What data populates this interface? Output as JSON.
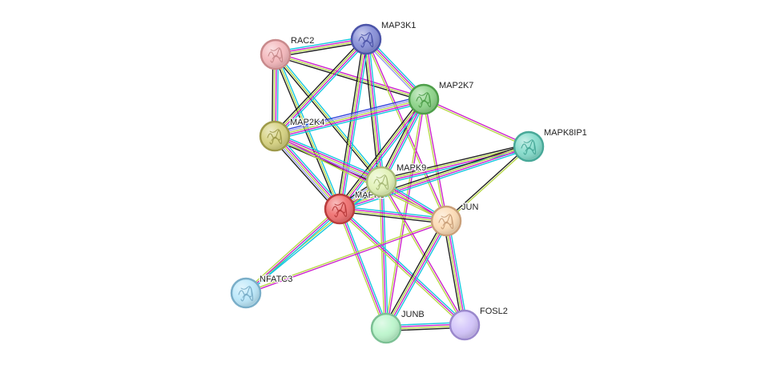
{
  "diagram": {
    "type": "protein-interaction-network",
    "evidence_colors": {
      "curated": "#18c8e0",
      "experimental": "#cc24cc",
      "textmining": "#b8d84a",
      "coexpression": "#222222",
      "homology": "#9a9af0",
      "gene_fusion": "#ff3030",
      "neighborhood": "#3aaa3a",
      "cooccurrence": "#3040d8"
    },
    "nodes": [
      {
        "id": "RAC2",
        "label": "RAC2",
        "color": "#f4b8bc",
        "border": "#c88a8c",
        "icon": "protein-structure-icon"
      },
      {
        "id": "MAP3K1",
        "label": "MAP3K1",
        "color": "#8890d8",
        "border": "#4c54a8",
        "icon": "protein-structure-icon"
      },
      {
        "id": "MAP2K7",
        "label": "MAP2K7",
        "color": "#8ed48a",
        "border": "#4e9e4a",
        "icon": "protein-structure-icon"
      },
      {
        "id": "MAP2K4",
        "label": "MAP2K4",
        "color": "#d6d282",
        "border": "#9e9a4a",
        "icon": "protein-structure-icon"
      },
      {
        "id": "MAPK8IP1",
        "label": "MAPK8IP1",
        "color": "#86dccc",
        "border": "#48a898",
        "icon": "protein-structure-icon"
      },
      {
        "id": "MAPK9",
        "label": "MAPK9",
        "color": "#e2f2b8",
        "border": "#a8ba78",
        "icon": "protein-structure-icon"
      },
      {
        "id": "MAPK8",
        "label": "MAPK8",
        "color": "#f07272",
        "border": "#b83c3c",
        "icon": "protein-structure-icon"
      },
      {
        "id": "JUN",
        "label": "JUN",
        "color": "#fcdcb6",
        "border": "#caa07a",
        "icon": "protein-structure-icon"
      },
      {
        "id": "NFATC3",
        "label": "NFATC3",
        "color": "#bce8fa",
        "border": "#7aaec8",
        "icon": "protein-structure-icon"
      },
      {
        "id": "JUNB",
        "label": "JUNB",
        "color": "#bcf5cc",
        "border": "#7cc094",
        "icon": ""
      },
      {
        "id": "FOSL2",
        "label": "FOSL2",
        "color": "#d2c4fa",
        "border": "#9a88cc",
        "icon": ""
      }
    ],
    "edges": [
      {
        "source": "RAC2",
        "target": "MAP3K1",
        "evidence": [
          "curated",
          "experimental",
          "textmining",
          "coexpression"
        ]
      },
      {
        "source": "RAC2",
        "target": "MAP2K7",
        "evidence": [
          "experimental",
          "textmining",
          "coexpression"
        ]
      },
      {
        "source": "RAC2",
        "target": "MAP2K4",
        "evidence": [
          "curated",
          "experimental",
          "textmining",
          "coexpression"
        ]
      },
      {
        "source": "RAC2",
        "target": "MAPK9",
        "evidence": [
          "curated",
          "textmining",
          "coexpression"
        ]
      },
      {
        "source": "RAC2",
        "target": "MAPK8",
        "evidence": [
          "curated",
          "textmining",
          "coexpression"
        ]
      },
      {
        "source": "MAP3K1",
        "target": "MAP2K7",
        "evidence": [
          "curated",
          "experimental",
          "textmining",
          "homology"
        ]
      },
      {
        "source": "MAP3K1",
        "target": "MAP2K4",
        "evidence": [
          "curated",
          "experimental",
          "textmining",
          "coexpression"
        ]
      },
      {
        "source": "MAP3K1",
        "target": "MAPK9",
        "evidence": [
          "curated",
          "experimental",
          "textmining",
          "coexpression"
        ]
      },
      {
        "source": "MAP3K1",
        "target": "MAPK8",
        "evidence": [
          "curated",
          "experimental",
          "textmining",
          "coexpression"
        ]
      },
      {
        "source": "MAP3K1",
        "target": "JUN",
        "evidence": [
          "experimental",
          "textmining"
        ]
      },
      {
        "source": "MAP2K7",
        "target": "MAP2K4",
        "evidence": [
          "curated",
          "experimental",
          "textmining",
          "homology",
          "cooccurrence"
        ]
      },
      {
        "source": "MAP2K7",
        "target": "MAPK9",
        "evidence": [
          "curated",
          "experimental",
          "textmining",
          "coexpression"
        ]
      },
      {
        "source": "MAP2K7",
        "target": "MAPK8",
        "evidence": [
          "curated",
          "experimental",
          "textmining",
          "coexpression"
        ]
      },
      {
        "source": "MAP2K7",
        "target": "MAPK8IP1",
        "evidence": [
          "experimental",
          "textmining"
        ]
      },
      {
        "source": "MAP2K7",
        "target": "JUN",
        "evidence": [
          "experimental",
          "textmining"
        ]
      },
      {
        "source": "MAP2K7",
        "target": "JUNB",
        "evidence": [
          "experimental",
          "textmining"
        ]
      },
      {
        "source": "MAP2K4",
        "target": "MAPK9",
        "evidence": [
          "curated",
          "experimental",
          "textmining",
          "homology",
          "coexpression"
        ]
      },
      {
        "source": "MAP2K4",
        "target": "MAPK8",
        "evidence": [
          "curated",
          "experimental",
          "textmining",
          "homology",
          "coexpression"
        ]
      },
      {
        "source": "MAP2K4",
        "target": "JUN",
        "evidence": [
          "experimental",
          "textmining"
        ]
      },
      {
        "source": "MAPK8IP1",
        "target": "MAPK9",
        "evidence": [
          "curated",
          "experimental",
          "textmining",
          "coexpression"
        ]
      },
      {
        "source": "MAPK8IP1",
        "target": "MAPK8",
        "evidence": [
          "curated",
          "experimental",
          "textmining",
          "coexpression"
        ]
      },
      {
        "source": "MAPK8IP1",
        "target": "JUN",
        "evidence": [
          "textmining",
          "coexpression"
        ]
      },
      {
        "source": "MAPK9",
        "target": "MAPK8",
        "evidence": [
          "curated",
          "experimental",
          "textmining",
          "homology",
          "coexpression"
        ]
      },
      {
        "source": "MAPK9",
        "target": "JUN",
        "evidence": [
          "curated",
          "experimental",
          "textmining"
        ]
      },
      {
        "source": "MAPK9",
        "target": "JUNB",
        "evidence": [
          "curated",
          "experimental",
          "textmining"
        ]
      },
      {
        "source": "MAPK9",
        "target": "FOSL2",
        "evidence": [
          "experimental",
          "textmining"
        ]
      },
      {
        "source": "MAPK9",
        "target": "NFATC3",
        "evidence": [
          "curated",
          "textmining"
        ]
      },
      {
        "source": "MAPK8",
        "target": "JUN",
        "evidence": [
          "curated",
          "experimental",
          "textmining",
          "coexpression"
        ]
      },
      {
        "source": "MAPK8",
        "target": "NFATC3",
        "evidence": [
          "curated",
          "experimental",
          "textmining"
        ]
      },
      {
        "source": "MAPK8",
        "target": "JUNB",
        "evidence": [
          "curated",
          "experimental",
          "textmining"
        ]
      },
      {
        "source": "MAPK8",
        "target": "FOSL2",
        "evidence": [
          "curated",
          "experimental",
          "textmining"
        ]
      },
      {
        "source": "JUN",
        "target": "JUNB",
        "evidence": [
          "curated",
          "experimental",
          "textmining",
          "coexpression"
        ]
      },
      {
        "source": "JUN",
        "target": "FOSL2",
        "evidence": [
          "curated",
          "experimental",
          "textmining",
          "coexpression"
        ]
      },
      {
        "source": "JUN",
        "target": "NFATC3",
        "evidence": [
          "experimental",
          "textmining"
        ]
      },
      {
        "source": "JUNB",
        "target": "FOSL2",
        "evidence": [
          "curated",
          "experimental",
          "textmining",
          "coexpression"
        ]
      }
    ]
  }
}
